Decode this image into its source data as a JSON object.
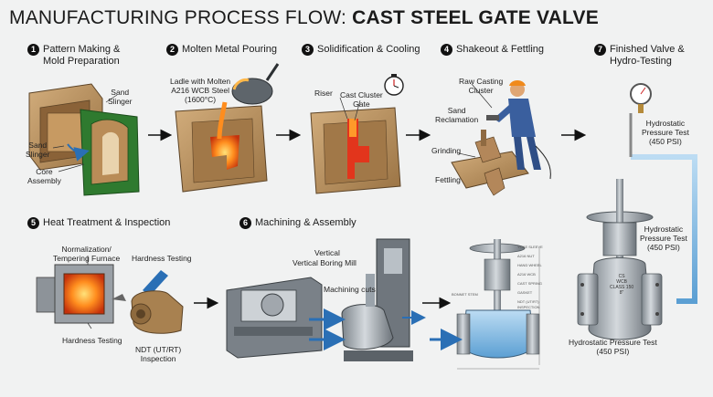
{
  "title": {
    "part1": "MANUFACTURING PROCESS FLOW:",
    "part2": "CAST STEEL GATE VALVE"
  },
  "steps": [
    {
      "number": "1",
      "line1": "Pattern Making &",
      "line2": "Mold Preparation"
    },
    {
      "number": "2",
      "line1": "Molten Metal Pouring",
      "line2": ""
    },
    {
      "number": "3",
      "line1": "Solidification & Cooling",
      "line2": ""
    },
    {
      "number": "4",
      "line1": "Shakeout & Fettling",
      "line2": ""
    },
    {
      "number": "7",
      "line1": "Finished Valve &",
      "line2": "Hydro-Testing"
    },
    {
      "number": "5",
      "line1": "Heat Treatment & Inspection",
      "line2": ""
    },
    {
      "number": "6",
      "line1": "Machining & Assembly",
      "line2": ""
    }
  ],
  "labels": {
    "sand_slinger_top": [
      "Sand",
      "Slinger"
    ],
    "sand_slinger_left": [
      "Sand",
      "Slinger"
    ],
    "core_assembly": [
      "Core",
      "Assembly"
    ],
    "ladle": [
      "Ladle with Molten",
      "A216 WCB Steel",
      "(1600°C)"
    ],
    "riser": "Riser",
    "cast_cluster_gate": [
      "Cast Cluster",
      "Gate"
    ],
    "raw_casting_cluster": [
      "Raw Casting",
      "Cluster"
    ],
    "sand_reclamation": [
      "Sand",
      "Reclamation"
    ],
    "grinding": "Grinding",
    "fettling": "Fettling",
    "hydro_test_top": [
      "Hydrostatic",
      "Pressure Test",
      "(450 PSI)"
    ],
    "hydro_test_mid": [
      "Hydrostatic",
      "Pressure Test",
      "(450 PSI)"
    ],
    "hydro_test_bottom": [
      "Hydrostatic Pressure Test",
      "(450 PSI)"
    ],
    "furnace": [
      "Normalization/",
      "Tempering Furnace"
    ],
    "hardness_top": "Hardness Testing",
    "hardness_bottom": "Hardness Testing",
    "ndt": [
      "NDT (UT/RT)",
      "Inspection"
    ],
    "vertical": "Vertical",
    "vertical_boring_mill": "Vertical Boring Mill",
    "machining_cuts": "Machining cuts",
    "valve_plate": [
      "CS",
      "WCB",
      "CLASS 150",
      "8\""
    ]
  },
  "callouts": [
    "BONNET STEM",
    "YOKE SLEEVE",
    "A216 NUT",
    "HAND WHEEL",
    "A216 WCB",
    "CAST SPRING",
    "GASKET",
    "NDT (UT/RT)",
    "INSPECTION"
  ],
  "colors": {
    "steel": "#9aa3ab",
    "sand": "#b69062",
    "mold_green": "#3c8a3a",
    "molten": "#f07a12",
    "flow_arrow": "#2a6fb5",
    "pipe_blue": "#9ec8e6",
    "machine_gray": "#6f767d"
  }
}
